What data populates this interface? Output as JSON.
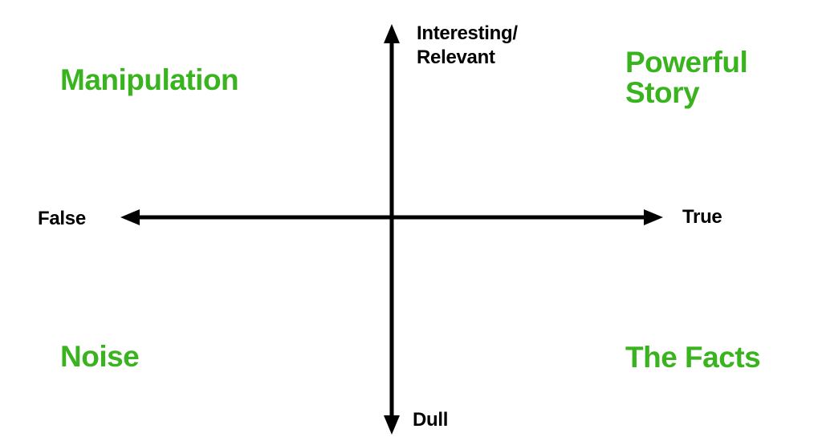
{
  "colors": {
    "axis": "#000000",
    "axis_text": "#000000",
    "quadrant_text": "#39b41f"
  },
  "axes": {
    "top": "Interesting/\nRelevant",
    "bottom": "Dull",
    "left": "False",
    "right": "True"
  },
  "quadrants": {
    "top_left": "Manipulation",
    "top_right": "Powerful\nStory",
    "bottom_left": "Noise",
    "bottom_right": "The Facts"
  }
}
